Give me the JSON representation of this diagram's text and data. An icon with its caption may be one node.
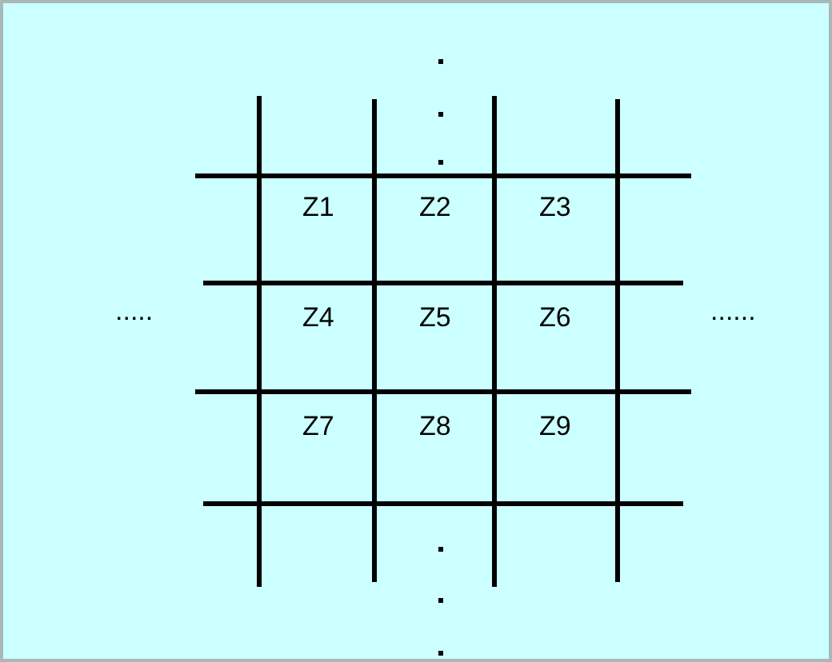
{
  "diagram": {
    "labels": [
      "Z1",
      "Z2",
      "Z3",
      ".....",
      "Z4",
      "Z5",
      "Z6",
      "......",
      "Z7",
      "Z8",
      "Z9"
    ]
  }
}
